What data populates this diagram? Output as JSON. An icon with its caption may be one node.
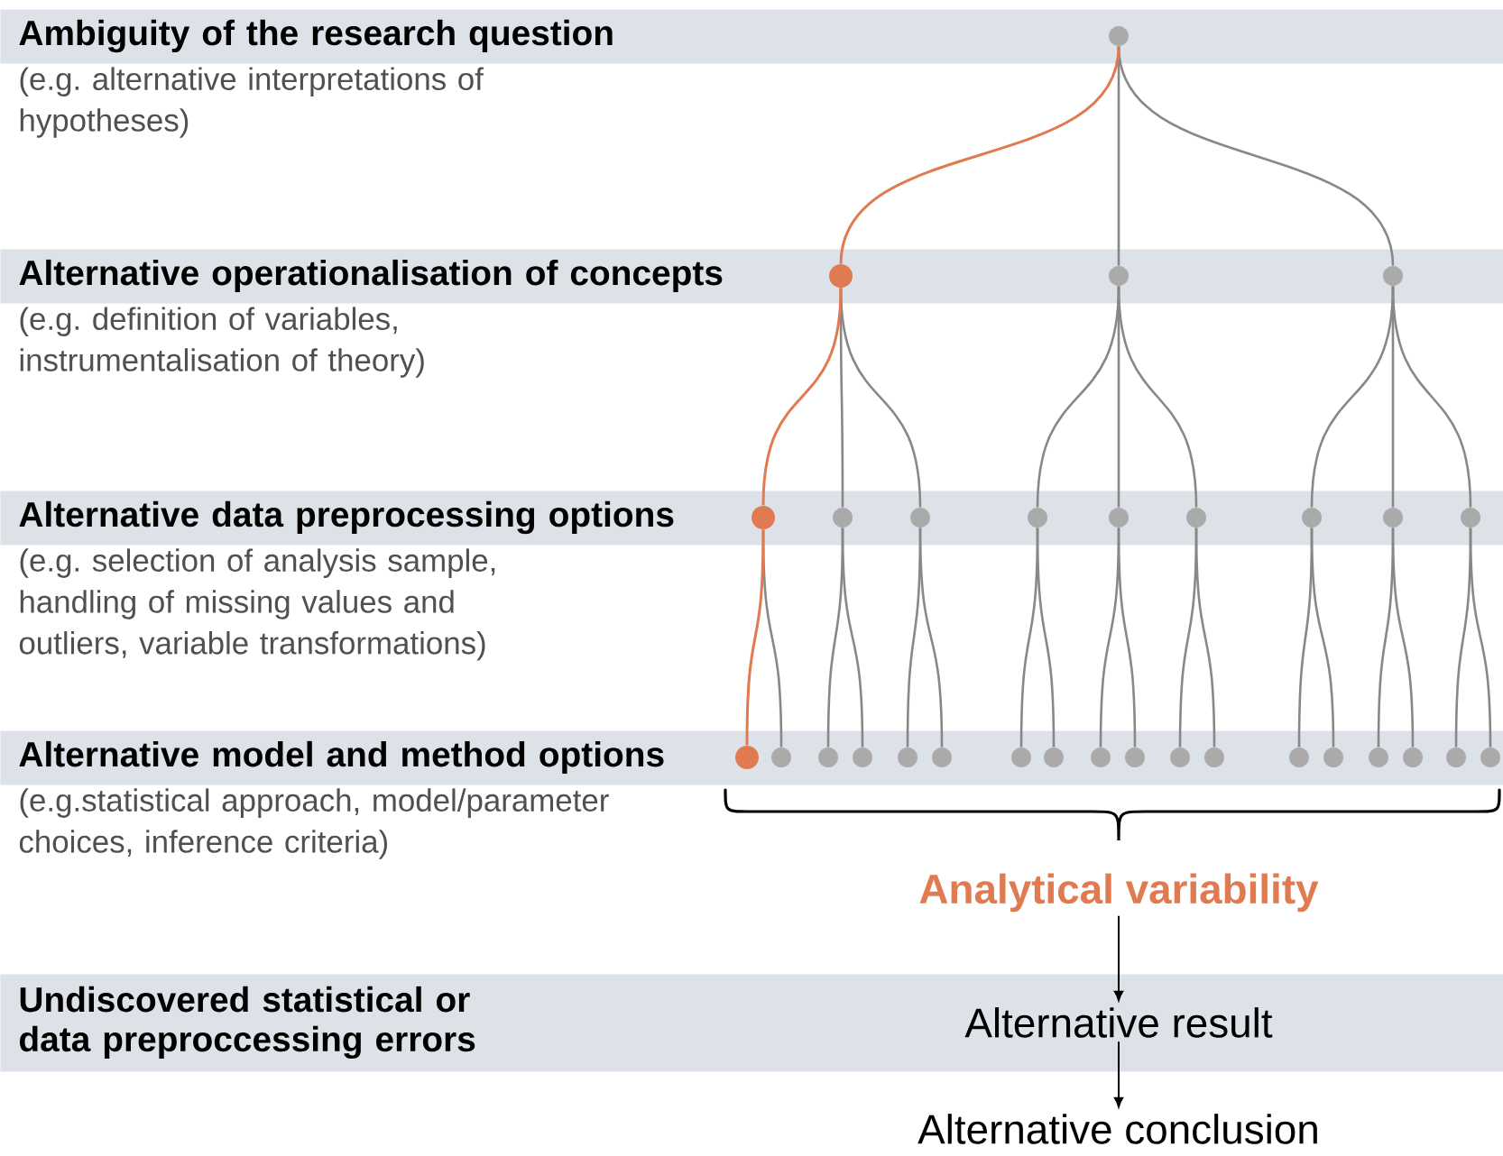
{
  "diagram": {
    "nodes": [
      {
        "text": [
          "Ambiguity of the research question",
          "(e.g. alternative interpretations of hypotheses)"
        ]
      },
      {
        "text": [],
        "shape": "circle",
        "in": 0
      },
      {
        "text": [
          "Alternative operationalisation of concepts",
          "(e.g. definition of variables, instrumentalisation of theory)"
        ]
      },
      {
        "text": [],
        "shape": "circle",
        "in": 2
      },
      {
        "text": [],
        "shape": "circle",
        "in": 2
      },
      {
        "text": [],
        "shape": "circle",
        "in": 2
      },
      {
        "text": [
          "Alternative data preprocessing options",
          "(e.g. selection of analysis sample, handling of missing values and outliers, variable transformations)"
        ]
      },
      {
        "text": [],
        "shape": "circle",
        "in": 6
      },
      {
        "text": [],
        "shape": "circle",
        "in": 6
      },
      {
        "text": [],
        "shape": "circle",
        "in": 6
      },
      {
        "text": [],
        "shape": "circle",
        "in": 6
      },
      {
        "text": [],
        "shape": "circle",
        "in": 6
      },
      {
        "text": [],
        "shape": "circle",
        "in": 6
      },
      {
        "text": [],
        "shape": "circle",
        "in": 6
      },
      {
        "text": [],
        "shape": "circle",
        "in": 6
      },
      {
        "text": [],
        "shape": "circle",
        "in": 6
      },
      {
        "text": [
          "Alternative model and method options",
          "(e.g.statistical approach, model/parameter choices, inference criteria)"
        ]
      },
      {
        "text": [],
        "shape": "circle",
        "in": 16
      },
      {
        "text": [],
        "shape": "circle",
        "in": 16
      },
      {
        "text": [],
        "shape": "circle",
        "in": 16
      },
      {
        "text": [],
        "shape": "circle",
        "in": 16
      },
      {
        "text": [],
        "shape": "circle",
        "in": 16
      },
      {
        "text": [],
        "shape": "circle",
        "in": 16
      },
      {
        "text": [],
        "shape": "circle",
        "in": 16
      },
      {
        "text": [],
        "shape": "circle",
        "in": 16
      },
      {
        "text": [],
        "shape": "circle",
        "in": 16
      },
      {
        "text": [],
        "shape": "circle",
        "in": 16
      },
      {
        "text": [],
        "shape": "circle",
        "in": 16
      },
      {
        "text": [],
        "shape": "circle",
        "in": 16
      },
      {
        "text": [],
        "shape": "circle",
        "in": 16
      },
      {
        "text": [],
        "shape": "circle",
        "in": 16
      },
      {
        "text": [],
        "shape": "circle",
        "in": 16
      },
      {
        "text": [],
        "shape": "circle",
        "in": 16
      },
      {
        "text": [],
        "shape": "circle",
        "in": 16
      },
      {
        "text": [],
        "shape": "circle",
        "in": 16
      },
      {
        "text": [
          "Analytical variability"
        ]
      },
      {
        "text": [
          "Undiscovered statistical or data preproccessing errors"
        ]
      },
      {
        "text": [
          "Alternative result"
        ],
        "in": 36
      },
      {
        "text": [
          "Alternative conclusion"
        ]
      }
    ],
    "edges": [
      {
        "from": 1,
        "to": 3,
        "arrow": "none",
        "color": "#e07a50"
      },
      {
        "from": 1,
        "to": 4,
        "arrow": "none"
      },
      {
        "from": 1,
        "to": 5,
        "arrow": "none"
      },
      {
        "from": 3,
        "to": 7,
        "arrow": "none",
        "color": "#e07a50"
      },
      {
        "from": 3,
        "to": 8,
        "arrow": "none"
      },
      {
        "from": 3,
        "to": 9,
        "arrow": "none"
      },
      {
        "from": 4,
        "to": 10,
        "arrow": "none"
      },
      {
        "from": 4,
        "to": 11,
        "arrow": "none"
      },
      {
        "from": 4,
        "to": 12,
        "arrow": "none"
      },
      {
        "from": 5,
        "to": 13,
        "arrow": "none"
      },
      {
        "from": 5,
        "to": 14,
        "arrow": "none"
      },
      {
        "from": 5,
        "to": 15,
        "arrow": "none"
      },
      {
        "from": 7,
        "to": 17,
        "arrow": "none",
        "color": "#e07a50"
      },
      {
        "from": 7,
        "to": 18,
        "arrow": "none"
      },
      {
        "from": 8,
        "to": 19,
        "arrow": "none"
      },
      {
        "from": 8,
        "to": 20,
        "arrow": "none"
      },
      {
        "from": 9,
        "to": 21,
        "arrow": "none"
      },
      {
        "from": 9,
        "to": 22,
        "arrow": "none"
      },
      {
        "from": 10,
        "to": 23,
        "arrow": "none"
      },
      {
        "from": 10,
        "to": 24,
        "arrow": "none"
      },
      {
        "from": 11,
        "to": 25,
        "arrow": "none"
      },
      {
        "from": 11,
        "to": 26,
        "arrow": "none"
      },
      {
        "from": 12,
        "to": 27,
        "arrow": "none"
      },
      {
        "from": 12,
        "to": 28,
        "arrow": "none"
      },
      {
        "from": 13,
        "to": 29,
        "arrow": "none"
      },
      {
        "from": 13,
        "to": 30,
        "arrow": "none"
      },
      {
        "from": 14,
        "to": 31,
        "arrow": "none"
      },
      {
        "from": 14,
        "to": 32,
        "arrow": "none"
      },
      {
        "from": 15,
        "to": 33,
        "arrow": "none"
      },
      {
        "from": 15,
        "to": 34,
        "arrow": "none"
      },
      {
        "from": 35,
        "to": 37,
        "arrow": "to",
        "color": "#000000"
      },
      {
        "from": 37,
        "to": 38,
        "arrow": "to",
        "color": "#000000"
      }
    ]
  }
}
